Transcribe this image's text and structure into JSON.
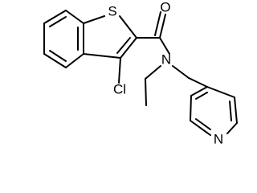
{
  "molecule": {
    "atoms": {
      "sulfur": "S",
      "oxygen": "O",
      "nitrogen_amide": "N",
      "chlorine": "Cl",
      "nitrogen_pyridine": "N"
    }
  }
}
